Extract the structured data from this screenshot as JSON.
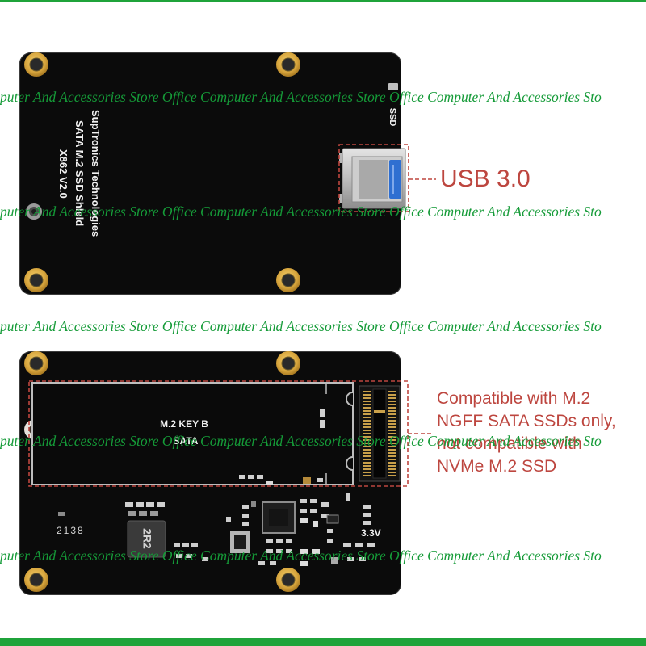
{
  "colors": {
    "frame": "#1fa33a",
    "watermark": "#159b38",
    "callout": "#bd463f",
    "board": "#0b0b0b",
    "usb_tongue": "#2f6fd1",
    "pad_gold": "#d6a43c"
  },
  "watermark": {
    "text": "puter And Accessories Store Office Computer And Accessories Store Office Computer And Accessories Sto"
  },
  "top_board": {
    "silkscreen": [
      "SupTronics Technologies",
      "SATA M.2 SSD Shield",
      "X862 V2.0"
    ],
    "ssd_label": "SSD",
    "callout": "USB 3.0"
  },
  "bottom_board": {
    "slot_label": "M.2 KEY B",
    "slot_sublabel": "SATA",
    "code": "2138",
    "inductor": "2R2",
    "voltage": "3.3V",
    "callout_lines": [
      "Compatible with M.2",
      "NGFF SATA SSDs only,",
      "not compatible with",
      "NVMe M.2 SSD"
    ]
  }
}
